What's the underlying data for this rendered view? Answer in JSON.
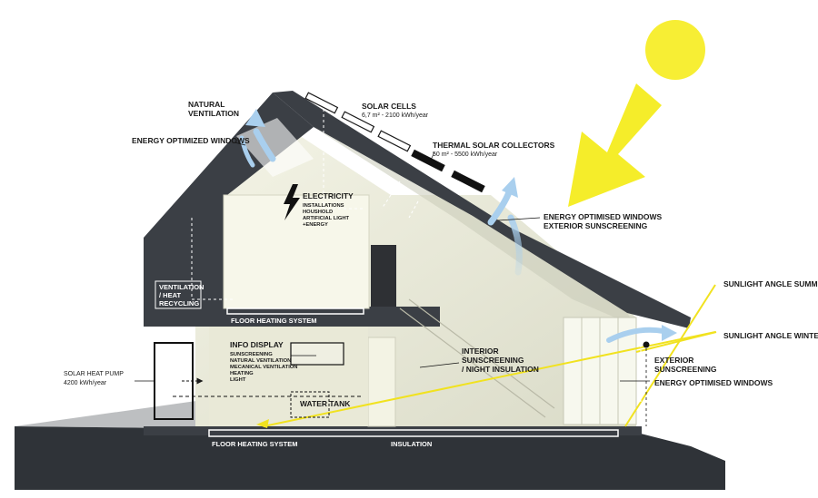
{
  "labels": {
    "natural_ventilation_1": "NATURAL",
    "natural_ventilation_2": "VENTILATION",
    "energy_optimized_windows": "ENERGY OPTIMIZED WINDOWS",
    "solar_cells": "SOLAR CELLS",
    "solar_cells_detail": "6,7 m² - 2100 kWh/year",
    "thermal_collectors": "THERMAL SOLAR COLLECTORS",
    "thermal_collectors_detail": "50 m² - 5500 kWh/year",
    "electricity": "ELECTRICITY",
    "electricity_items": [
      "INSTALLATIONS",
      "HOUSHOLD",
      "ARTIFICIAL LIGHT",
      "+ENERGY"
    ],
    "energy_windows_sunscreen_1": "ENERGY OPTIMISED WINDOWS",
    "energy_windows_sunscreen_2": "EXTERIOR SUNSCREENING",
    "sunlight_summer": "SUNLIGHT ANGLE SUMMER",
    "sunlight_winter": "SUNLIGHT ANGLE WINTER",
    "ventilation_1": "VENTILATION",
    "ventilation_2": "/ HEAT",
    "ventilation_3": "RECYCLING",
    "floor_heating_upper": "FLOOR HEATING SYSTEM",
    "info_display": "INFO DISPLAY",
    "info_display_items": [
      "SUNSCREENING",
      "NATURAL VENTILATION",
      "MECANICAL VENTILATION",
      "HEATING",
      "LIGHT"
    ],
    "interior_sunscreen_1": "INTERIOR",
    "interior_sunscreen_2": "SUNSCREENING",
    "interior_sunscreen_3": "/ NIGHT INSULATION",
    "exterior_sunscreen_1": "EXTERIOR",
    "exterior_sunscreen_2": "SUNSCREENING",
    "energy_optimised_windows_lower": "ENERGY OPTIMISED WINDOWS",
    "solar_heat_pump": "SOLAR HEAT PUMP",
    "solar_heat_pump_detail": "4200 kWh/year",
    "water_tank": "WATER TANK",
    "floor_heating_lower": "FLOOR HEATING SYSTEM",
    "insulation": "INSULATION"
  },
  "colors": {
    "roof": "#3b3f45",
    "interior": "#eeeedd",
    "sun": "#f7ee34",
    "arrow": "#f5ed2a",
    "air": "#a9cfee",
    "sunline": "#f1e21f"
  }
}
